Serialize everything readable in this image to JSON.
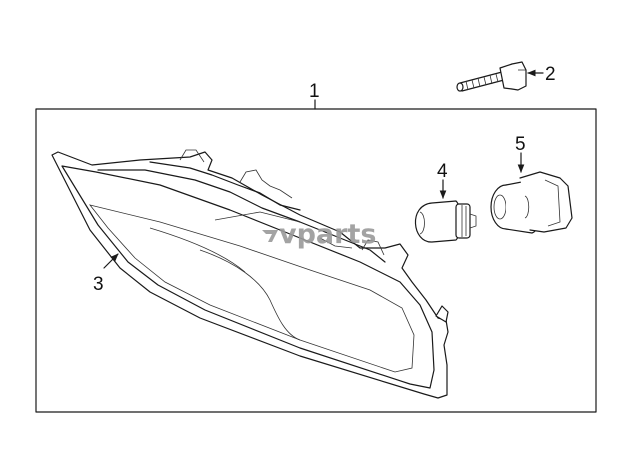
{
  "callouts": {
    "c1": "1",
    "c2": "2",
    "c3": "3",
    "c4": "4",
    "c5": "5"
  },
  "watermark": {
    "text": "vparts"
  },
  "colors": {
    "line": "#1a1a1a",
    "watermark": "#9a9a9a",
    "background": "#ffffff"
  }
}
